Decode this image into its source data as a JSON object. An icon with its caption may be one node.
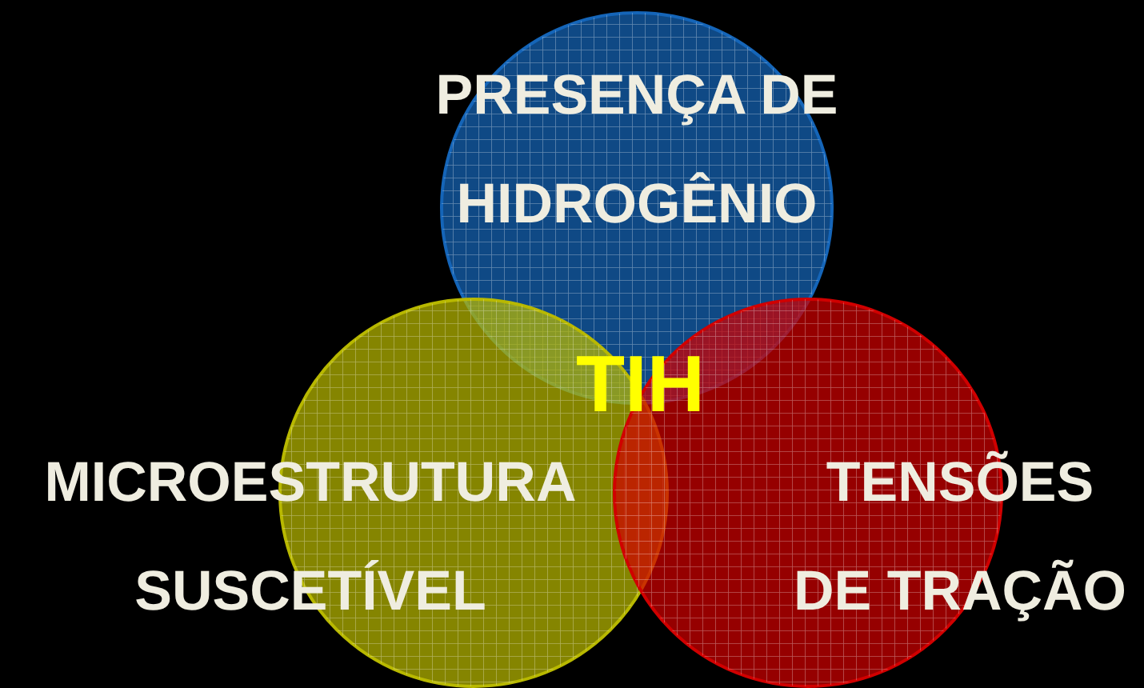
{
  "diagram": {
    "nodes": [
      {
        "text": [
          "PRESENÇA DE HIDROGÊNIO"
        ]
      },
      {
        "text": [
          "MICROESTRUTURA SUSCETÍVEL"
        ]
      },
      {
        "text": [
          "TENSÕES DE TRAÇÃO"
        ]
      }
    ],
    "labels": [
      "TIH"
    ]
  }
}
